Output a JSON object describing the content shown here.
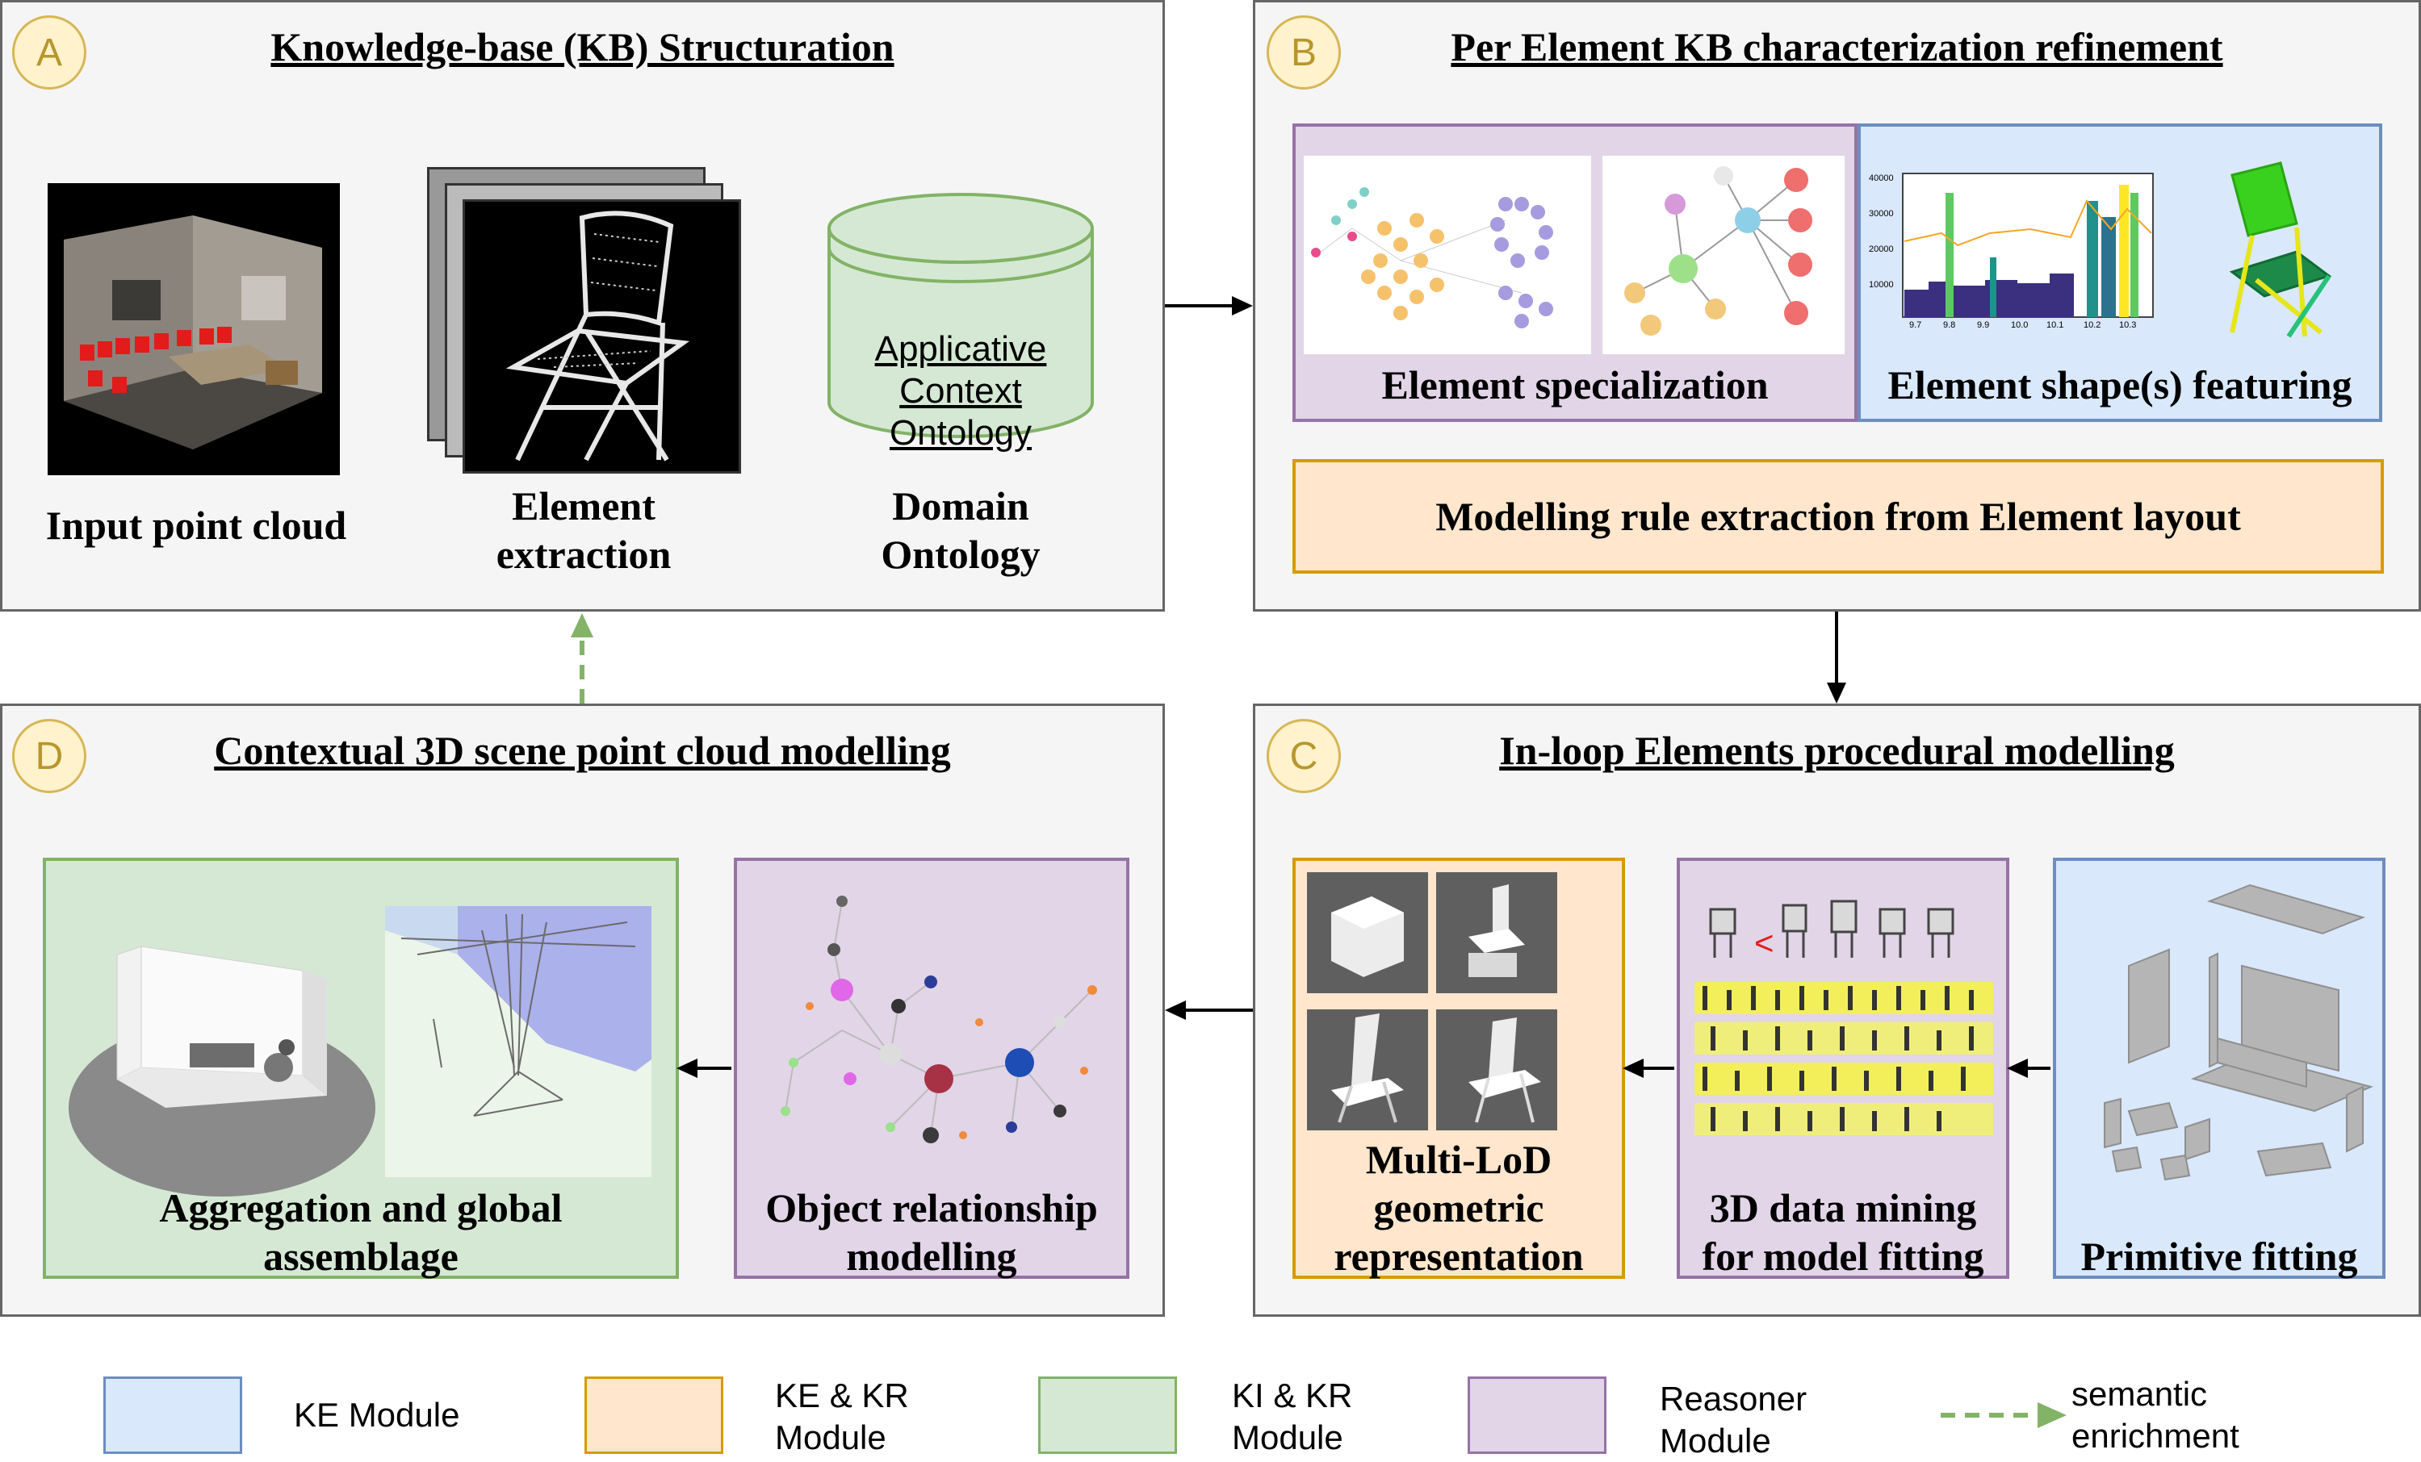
{
  "panels": {
    "a": {
      "badge": "A",
      "title": "Knowledge-base (KB) Structuration",
      "input_label": "Input point cloud",
      "element_label_1": "Element",
      "element_label_2": "extraction",
      "db_text_1": "Applicative",
      "db_text_2": "Context",
      "db_text_3": "Ontology",
      "domain_label_1": "Domain",
      "domain_label_2": "Ontology"
    },
    "b": {
      "badge": "B",
      "title": "Per Element KB characterization refinement",
      "specialization_label": "Element specialization",
      "shape_label": "Element shape(s) featuring",
      "rule_label": "Modelling rule extraction from Element layout",
      "chart_ticks_y": [
        "40000",
        "30000",
        "20000",
        "10000"
      ],
      "chart_ticks_x": [
        "9.7",
        "9.8",
        "9.9",
        "10.0",
        "10.1",
        "10.2",
        "10.3"
      ]
    },
    "c": {
      "badge": "C",
      "title": "In-loop Elements procedural modelling",
      "lod_label_1": "Multi-LoD",
      "lod_label_2": "geometric",
      "lod_label_3": "representation",
      "mining_label_1": "3D data mining",
      "mining_label_2": "for model fitting",
      "primitive_label": "Primitive fitting",
      "lt_symbol": "<"
    },
    "d": {
      "badge": "D",
      "title": "Contextual 3D scene point cloud modelling",
      "aggregation_label_1": "Aggregation and global",
      "aggregation_label_2": "assemblage",
      "relationship_label_1": "Object relationship",
      "relationship_label_2": "modelling"
    }
  },
  "legend": {
    "ke_1": "KE Module",
    "kekr_1": "KE & KR",
    "kekr_2": "Module",
    "kikr_1": "KI & KR",
    "kikr_2": "Module",
    "reasoner_1": "Reasoner",
    "reasoner_2": "Module",
    "semantic_1": "semantic",
    "semantic_2": "enrichment"
  },
  "colors": {
    "ke": "#dae8fc",
    "ke_kr": "#ffe6cc",
    "ki_kr": "#d5e8d4",
    "reasoner": "#e1d5e7",
    "semantic_arrow": "#82b366"
  }
}
